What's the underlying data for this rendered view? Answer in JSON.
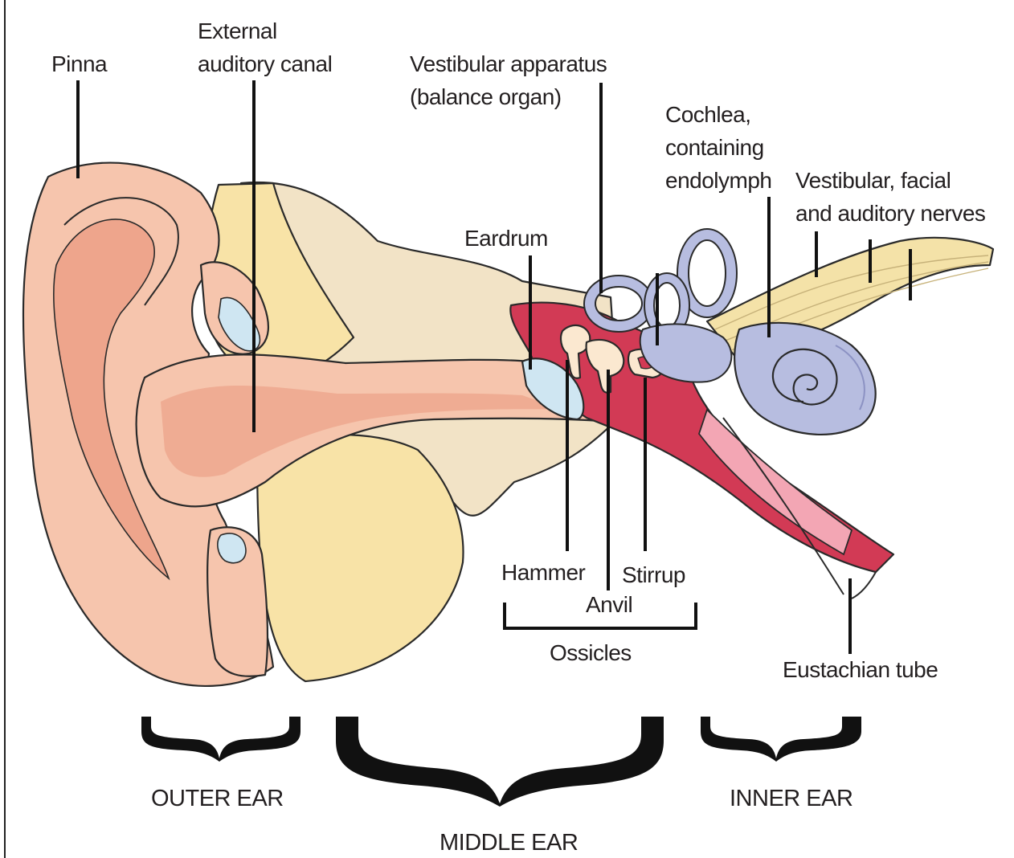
{
  "labels": {
    "pinna": "Pinna",
    "canal_1": "External",
    "canal_2": "auditory canal",
    "vestibular_1": "Vestibular apparatus",
    "vestibular_2": "(balance organ)",
    "cochlea_1": "Cochlea,",
    "cochlea_2": "containing",
    "cochlea_3": "endolymph",
    "nerves_1": "Vestibular, facial",
    "nerves_2": "and auditory nerves",
    "eardrum": "Eardrum",
    "hammer": "Hammer",
    "anvil": "Anvil",
    "stirrup": "Stirrup",
    "ossicles": "Ossicles",
    "eustachian": "Eustachian tube"
  },
  "sections": {
    "outer": "OUTER EAR",
    "middle": "MIDDLE EAR",
    "inner": "INNER EAR"
  },
  "colors": {
    "skin": "#f6c5ad",
    "skin_dark": "#eea58c",
    "bone": "#f2e3c6",
    "fat": "#f8e3a7",
    "middle_cavity": "#d23a55",
    "inner_ear": "#b7bde0",
    "nerve": "#f4e2a8",
    "membrane": "#cfe6f2"
  }
}
